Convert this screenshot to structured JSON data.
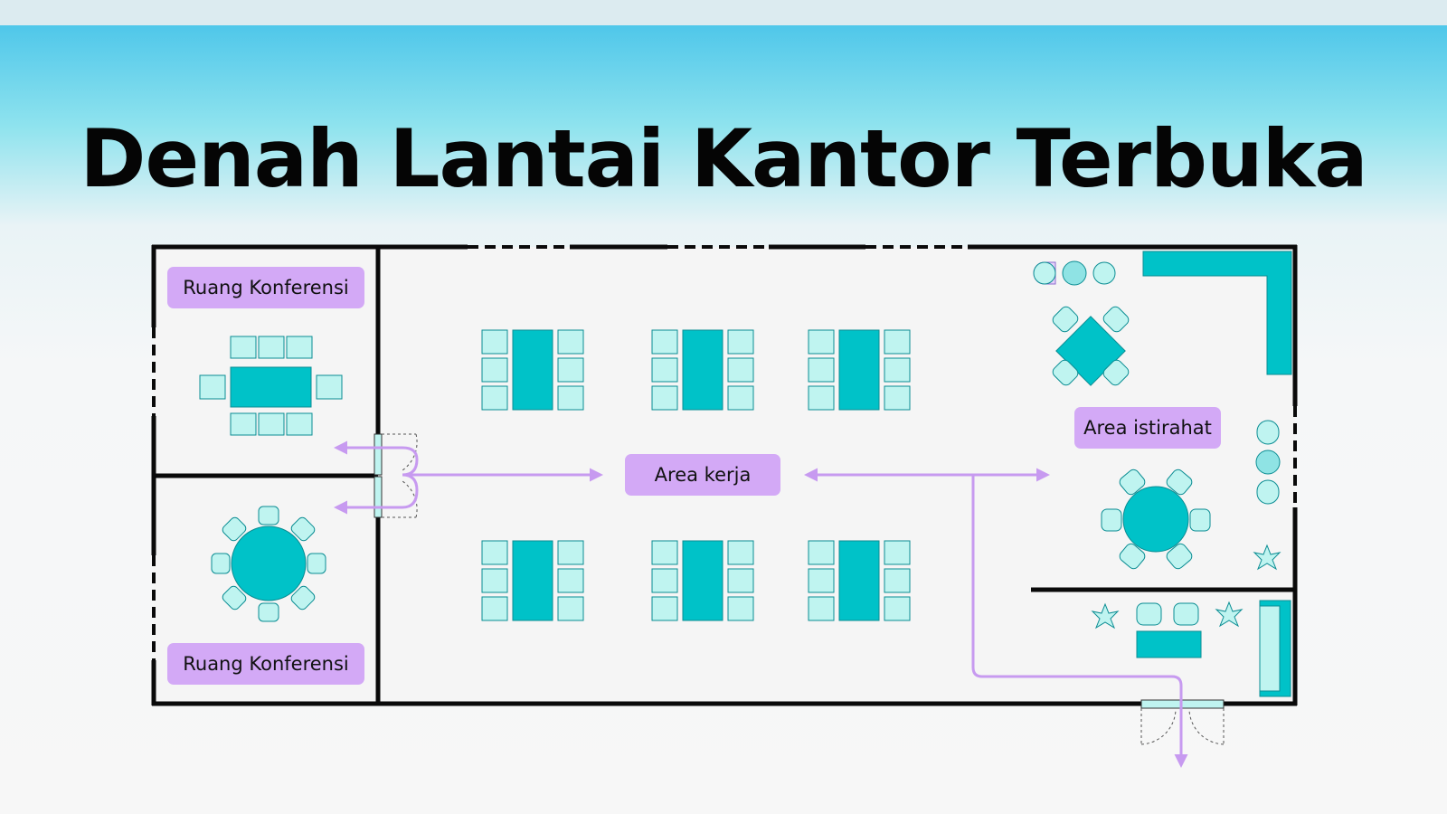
{
  "title": "Denah Lantai Kantor Terbuka",
  "labels": {
    "conference_top": "Ruang Konferensi",
    "conference_bottom": "Ruang Konferensi",
    "work_area": "Area kerja",
    "rest_area": "Area istirahat"
  },
  "colors": {
    "wall": "#0a0a0a",
    "furniture": "#00c2c8",
    "chair": "#bff4f0",
    "label_bg": "#d3a9f6",
    "arrow": "#c79af0"
  }
}
